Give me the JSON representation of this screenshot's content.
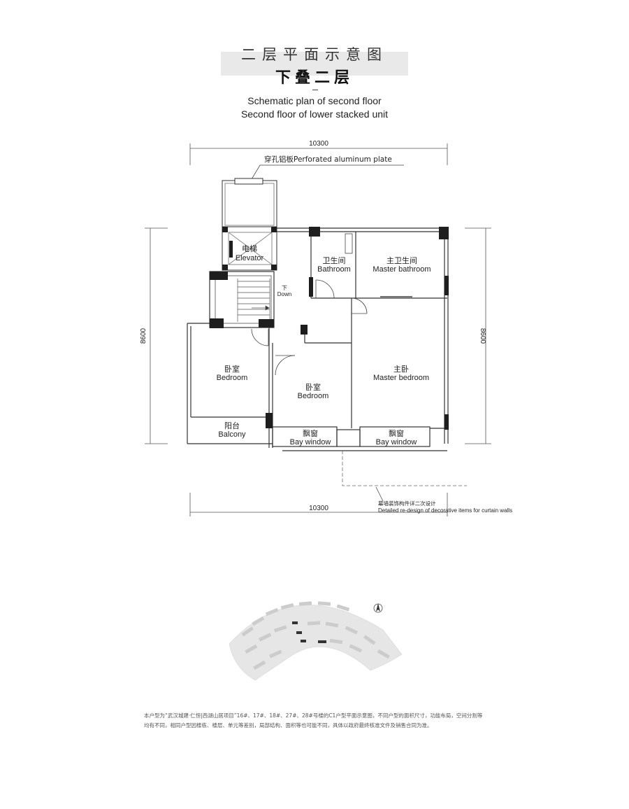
{
  "header": {
    "title_cn": "二层平面示意图",
    "subtitle_cn": "下叠二层",
    "title_en_1": "Schematic plan of second floor",
    "title_en_2": "Second floor of lower stacked unit"
  },
  "dimensions": {
    "top": "10300",
    "bottom": "10300",
    "left": "8600",
    "right": "8600"
  },
  "callouts": {
    "perforated_plate": "穿孔铝板Perforated aluminum plate",
    "curtain_cn": "幕墙装饰构件详二次设计",
    "curtain_en": "Detailed re-design of decorative items for curtain walls"
  },
  "rooms": {
    "elevator": {
      "cn": "电梯",
      "en": "Elevator"
    },
    "stair": {
      "cn": "下",
      "en": "Down"
    },
    "bathroom": {
      "cn": "卫生间",
      "en": "Bathroom"
    },
    "master_bathroom": {
      "cn": "主卫生间",
      "en": "Master bathroom"
    },
    "bedroom_left": {
      "cn": "卧室",
      "en": "Bedroom"
    },
    "bedroom_center": {
      "cn": "卧室",
      "en": "Bedroom"
    },
    "master_bedroom": {
      "cn": "主卧",
      "en": "Master bedroom"
    },
    "balcony": {
      "cn": "阳台",
      "en": "Balcony"
    },
    "bay_left": {
      "cn": "飘窗",
      "en": "Bay window"
    },
    "bay_right": {
      "cn": "飘窗",
      "en": "Bay window"
    }
  },
  "disclaimer": {
    "line1": "本户型为“武汉城建·仁恒|西湖山居项目”16#、17#、18#、27#、28#号楼的C1户型平面示意图，不同户型的面积尺寸，功能布局，空间分割等",
    "line2": "均有不同，相同户型因楼栋、楼层、单元等差别，局部结构、面积等也可能不同，具体以政府最终核准文件及销售合同为准。"
  }
}
